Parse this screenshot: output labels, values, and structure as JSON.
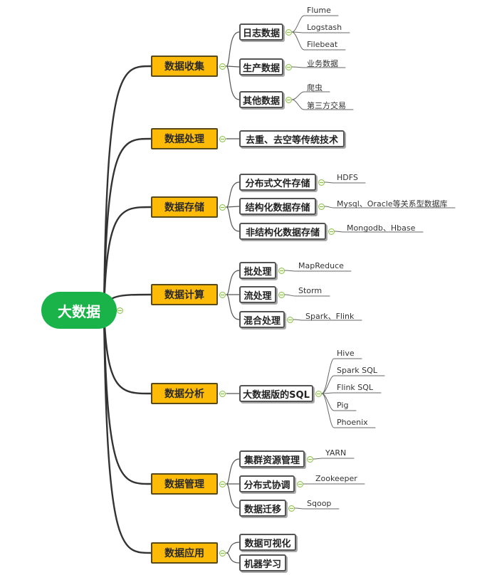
{
  "root": {
    "label": "大数据"
  },
  "categories": [
    {
      "label": "数据收集",
      "children": [
        {
          "label": "日志数据",
          "leaves": [
            "Flume",
            "Logstash",
            "Filebeat"
          ]
        },
        {
          "label": "生产数据",
          "leaves": [
            "业务数据"
          ]
        },
        {
          "label": "其他数据",
          "leaves": [
            "爬虫",
            "第三方交易"
          ]
        }
      ]
    },
    {
      "label": "数据处理",
      "children": [
        {
          "label": "去重、去空等传统技术",
          "leaves": []
        }
      ]
    },
    {
      "label": "数据存储",
      "children": [
        {
          "label": "分布式文件存储",
          "leaves": [
            "HDFS"
          ]
        },
        {
          "label": "结构化数据存储",
          "leaves": [
            "Mysql、Oracle等关系型数据库"
          ]
        },
        {
          "label": "非结构化数据存储",
          "leaves": [
            "Mongodb、Hbase"
          ]
        }
      ]
    },
    {
      "label": "数据计算",
      "children": [
        {
          "label": "批处理",
          "leaves": [
            "MapReduce"
          ]
        },
        {
          "label": "流处理",
          "leaves": [
            "Storm"
          ]
        },
        {
          "label": "混合处理",
          "leaves": [
            "Spark、Flink"
          ]
        }
      ]
    },
    {
      "label": "数据分析",
      "children": [
        {
          "label": "大数据版的SQL",
          "leaves": [
            "Hive",
            "Spark SQL",
            "Flink SQL",
            "Pig",
            "Phoenix"
          ]
        }
      ]
    },
    {
      "label": "数据管理",
      "children": [
        {
          "label": "集群资源管理",
          "leaves": [
            "YARN"
          ]
        },
        {
          "label": "分布式协调",
          "leaves": [
            "Zookeeper"
          ]
        },
        {
          "label": "数据迁移",
          "leaves": [
            "Sqoop"
          ]
        }
      ]
    },
    {
      "label": "数据应用",
      "children": [
        {
          "label": "数据可视化",
          "leaves": []
        },
        {
          "label": "机器学习",
          "leaves": []
        }
      ]
    }
  ]
}
